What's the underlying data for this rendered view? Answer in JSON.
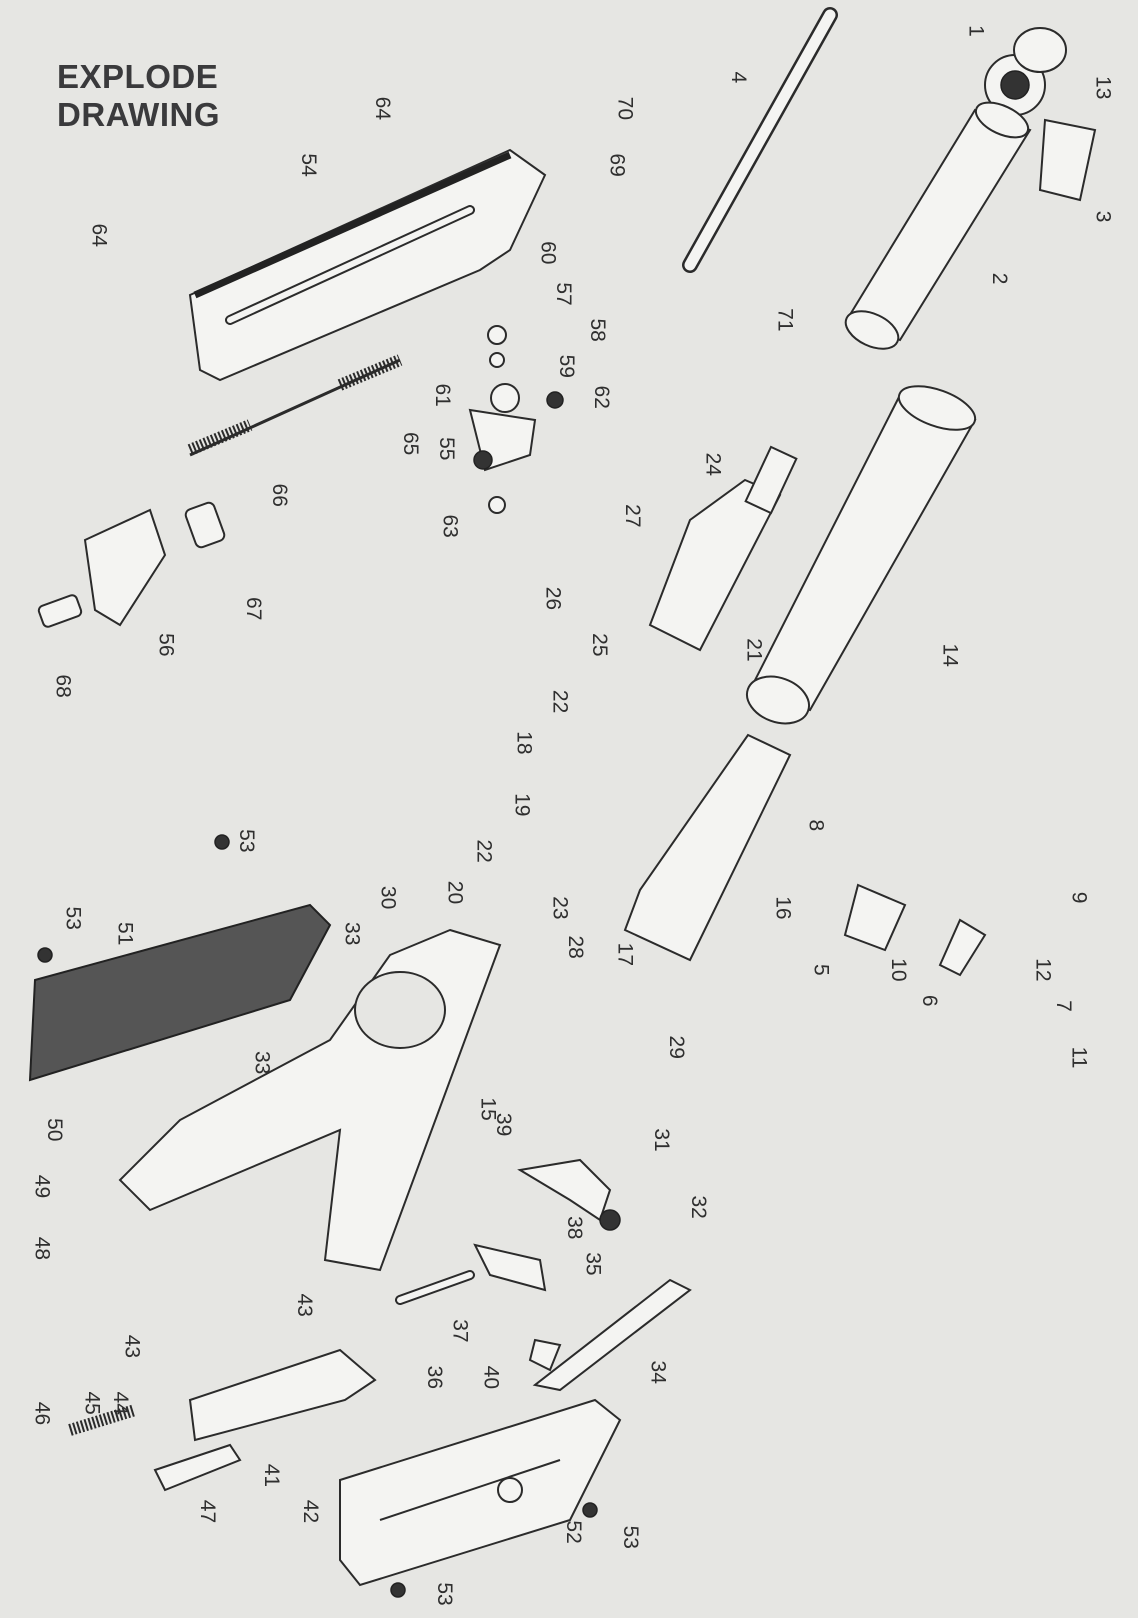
{
  "title": {
    "line1": "EXPLODE",
    "line2": "DRAWING"
  },
  "part_labels": [
    "1",
    "13",
    "3",
    "2",
    "71",
    "4",
    "70",
    "69",
    "64",
    "54",
    "64",
    "60",
    "57",
    "58",
    "59",
    "62",
    "61",
    "65",
    "55",
    "63",
    "66",
    "67",
    "56",
    "68",
    "24",
    "27",
    "26",
    "25",
    "21",
    "14",
    "22",
    "18",
    "19",
    "22",
    "16",
    "8",
    "9",
    "10",
    "5",
    "6",
    "12",
    "7",
    "11",
    "53",
    "53",
    "51",
    "30",
    "20",
    "23",
    "33",
    "28",
    "17",
    "29",
    "33",
    "50",
    "49",
    "48",
    "39",
    "31",
    "32",
    "38",
    "35",
    "15",
    "43",
    "43",
    "44",
    "45",
    "46",
    "37",
    "40",
    "36",
    "34",
    "41",
    "42",
    "47",
    "52",
    "53",
    "53"
  ]
}
